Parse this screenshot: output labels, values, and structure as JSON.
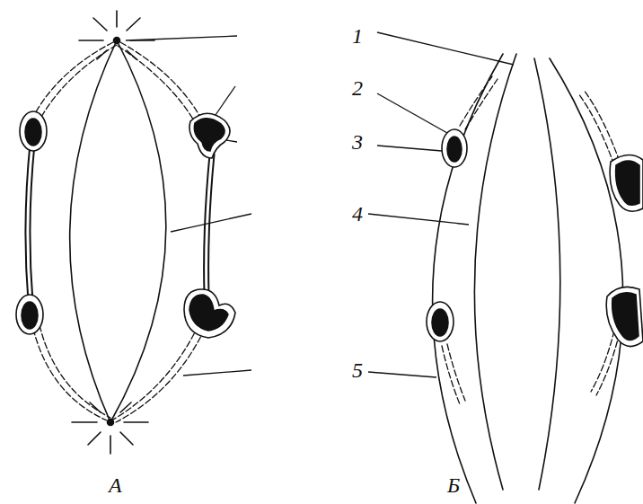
{
  "diagram": {
    "labels": [
      "1",
      "2",
      "3",
      "4",
      "5",
      "А",
      "Б"
    ]
  }
}
